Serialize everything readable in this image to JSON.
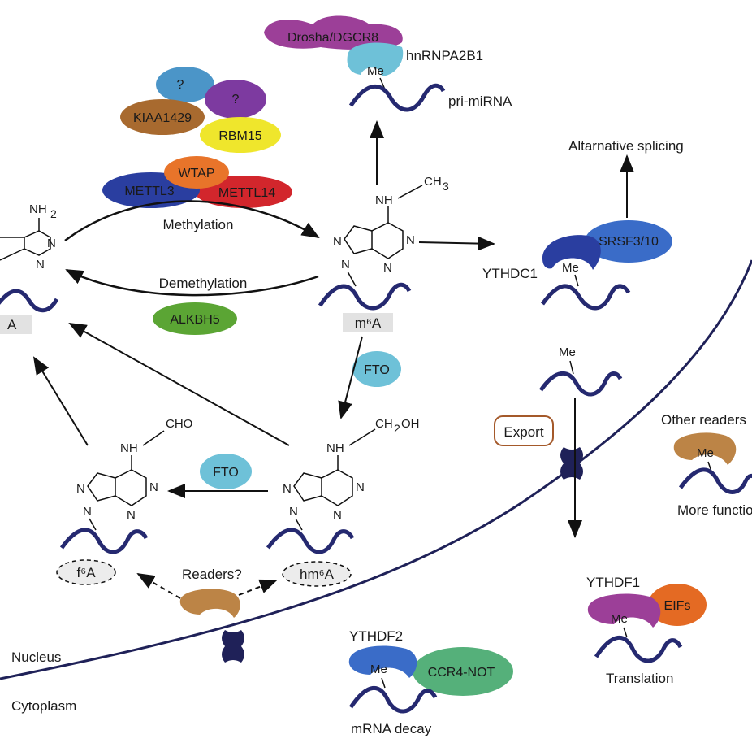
{
  "colors": {
    "membrane": "#1f2158",
    "rna": "#252970",
    "drosha": "#9c3f98",
    "hnrnpa2b1": "#6ec1d8",
    "q1": "#4b95c8",
    "q2": "#7d3aa0",
    "kiaa1429": "#a86a2f",
    "rbm15": "#efe62c",
    "wtap": "#e8742a",
    "mettl3": "#2a3ea0",
    "mettl14": "#d2262c",
    "alkbh5": "#5ba534",
    "fto": "#6ec1d8",
    "ythdc1": "#2a3ea0",
    "srsf": "#3a6cc8",
    "reader": "#bc8446",
    "ythdf1": "#9c3f98",
    "eifs": "#e46a23",
    "ythdf2": "#3a6cc8",
    "ccr4": "#55b07a",
    "pore": "#1f2158",
    "export_border": "#a4592a"
  },
  "labels": {
    "drosha": "Drosha/DGCR8",
    "hnrnpa2b1": "hnRNPA2B1",
    "pri_mirna": "pri-miRNA",
    "q1": "?",
    "q2": "?",
    "kiaa1429": "KIAA1429",
    "rbm15": "RBM15",
    "wtap": "WTAP",
    "mettl3": "METTL3",
    "mettl14": "METTL14",
    "methylation": "Methylation",
    "demethylation": "Demethylation",
    "alkbh5": "ALKBH5",
    "a": "A",
    "m6a": "m⁶A",
    "fto1": "FTO",
    "fto2": "FTO",
    "alt_splicing": "Altarnative splicing",
    "ythdc1": "YTHDC1",
    "srsf": "SRSF3/10",
    "export": "Export",
    "other_readers": "Other readers",
    "more_functions": "More functions",
    "f6a": "f⁶A",
    "hm6a": "hm⁶A",
    "readers_q": "Readers?",
    "nucleus": "Nucleus",
    "cytoplasm": "Cytoplasm",
    "ythdf1": "YTHDF1",
    "eifs": "EIFs",
    "translation": "Translation",
    "ythdf2": "YTHDF2",
    "ccr4": "CCR4-NOT",
    "mrna_decay": "mRNA decay",
    "me": "Me",
    "ch3": "CH",
    "ch3_sub": "3",
    "ch2oh_a": "CH",
    "ch2oh_sub": "2",
    "ch2oh_b": "OH",
    "cho": "CHO",
    "nh2": "NH",
    "nh2_sub": "2",
    "nh": "NH",
    "n": "N"
  }
}
